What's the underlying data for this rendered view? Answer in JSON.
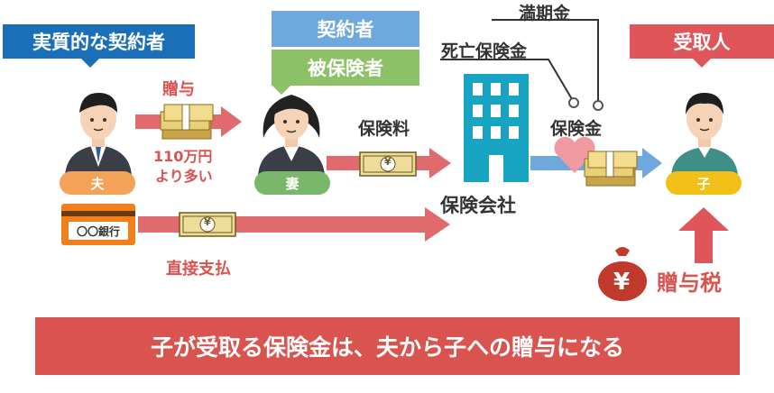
{
  "labels": {
    "real_contractor": "実質的な契約者",
    "contractor": "契約者",
    "insured": "被保険者",
    "recipient": "受取人",
    "maturity": "満期金",
    "death_benefit": "死亡保険金",
    "gift": "贈与",
    "gift_amount_line1": "110万円",
    "gift_amount_line2": "より多い",
    "premium": "保険料",
    "insurance_payout": "保険金",
    "insurance_company": "保険会社",
    "direct_payment": "直接支払",
    "gift_tax": "贈与税",
    "bank": "〇〇銀行",
    "yen_mark": "¥"
  },
  "people": {
    "husband": "夫",
    "wife": "妻",
    "child": "子"
  },
  "banner": "子が受取る保険金は、夫から子への贈与になる",
  "colors": {
    "blue_label": "#1b6fb8",
    "light_blue_label": "#6fa8dc",
    "green_label": "#8cc168",
    "red_label": "#e0555a",
    "pink_arrow": "#e06a6e",
    "teal_building": "#17a3c2",
    "orange_pill": "#f3a257",
    "green_pill": "#79b76a",
    "yellow_pill": "#f2c018",
    "banner_red": "#d9534f"
  }
}
